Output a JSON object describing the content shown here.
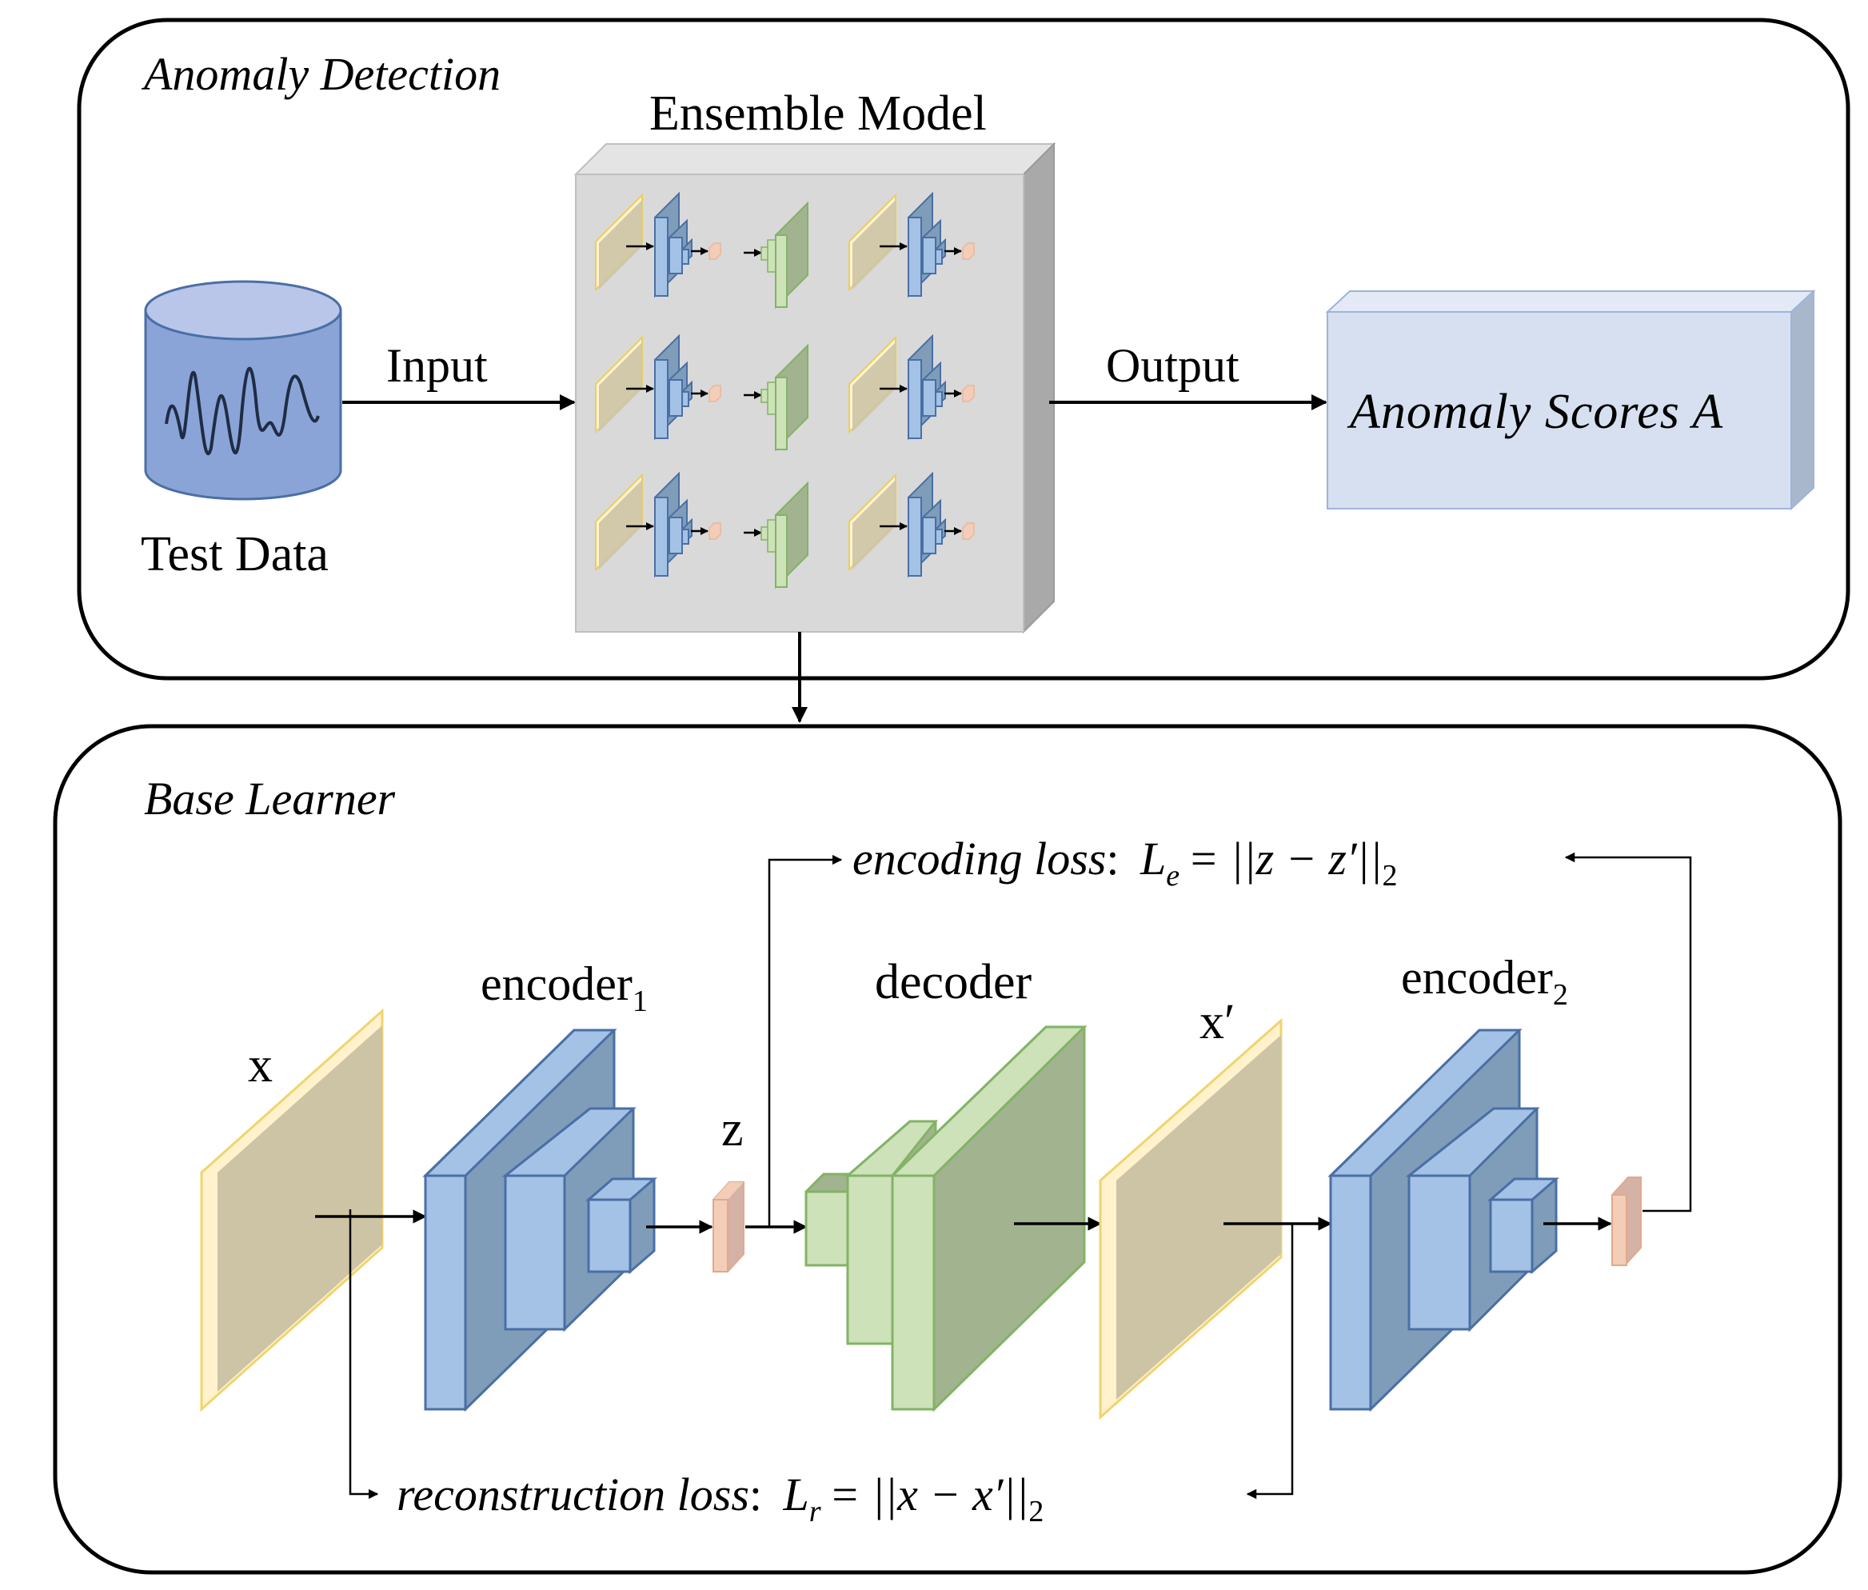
{
  "panels": {
    "top": {
      "title": "Anomaly Detection"
    },
    "bottom": {
      "title": "Base Learner"
    }
  },
  "top": {
    "database_label": "Test Data",
    "input_label": "Input",
    "ensemble_label": "Ensemble Model",
    "output_label": "Output",
    "scores_label": "Anomaly Scores A"
  },
  "bottom": {
    "x_label": "x",
    "encoder1_label": "encoder",
    "encoder1_sub": "1",
    "z_label": "z",
    "decoder_label": "decoder",
    "xprime_label": "x′",
    "encoder2_label": "encoder",
    "encoder2_sub": "2",
    "encoding_loss": {
      "name": "encoding loss",
      "colon": ":",
      "L": "L",
      "L_sub": "e",
      "eq": "= ||z  − z′||",
      "norm_sub": "2"
    },
    "reconstruction_loss": {
      "name": "reconstruction loss",
      "colon": ":",
      "L": "L",
      "L_sub": "r",
      "eq": "= ||x  − x′||",
      "norm_sub": "2"
    }
  },
  "colors": {
    "yellow_face": "#cdc4a6",
    "yellow_edge": "#fff2cc",
    "yellow_border": "#e8cf63",
    "blue_front": "#a4c2e5",
    "blue_side": "#7f9db9",
    "blue_border": "#4a6fa5",
    "green_front": "#cde2b8",
    "green_side": "#a2b38f",
    "green_border": "#82b366",
    "pink_front": "#f3cdb7",
    "pink_side": "#d5b2a6",
    "db_body": "#8ba4d8",
    "db_top": "#b9c6e9",
    "ensemble_face": "#d9d9d9",
    "ensemble_side": "#a9a9a9",
    "scores_face": "#d6e0f0"
  }
}
